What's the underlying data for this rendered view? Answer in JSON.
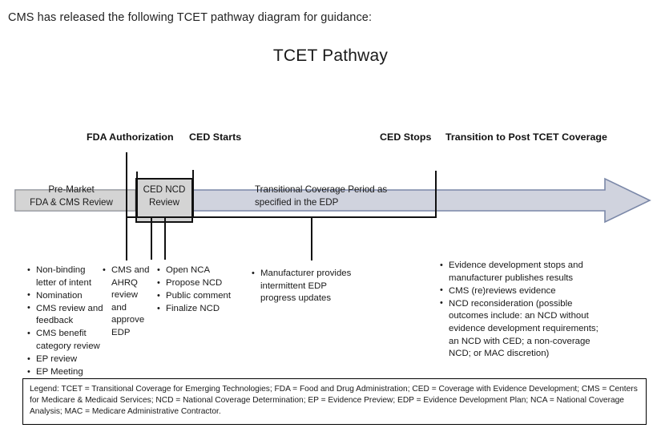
{
  "intro": "CMS has released the following TCET pathway diagram for guidance:",
  "diagram": {
    "title": "TCET Pathway",
    "milestones": [
      {
        "id": "fda-authorization",
        "label": "FDA Authorization"
      },
      {
        "id": "ced-starts",
        "label": "CED Starts"
      },
      {
        "id": "ced-stops",
        "label": "CED Stops"
      },
      {
        "id": "transition",
        "label": "Transition to Post TCET Coverage"
      }
    ],
    "phases": [
      {
        "id": "pre-market",
        "label": "Pre-Market\nFDA & CMS Review"
      },
      {
        "id": "ced-ncd-review",
        "label": "CED NCD\nReview"
      },
      {
        "id": "transitional",
        "label": "Transitional Coverage Period as\nspecified in the EDP"
      }
    ],
    "colors": {
      "arrow_fill": "#d4d4d4",
      "arrow_fill_light": "#d0d3de",
      "arrow_stroke": "#7b88a8",
      "line": "#111111"
    }
  },
  "bullet_columns": [
    {
      "id": "column-pre-market",
      "items": [
        "Non-binding letter of intent",
        "Nomination",
        "CMS review and feedback",
        "CMS benefit category review",
        "EP review",
        "EP Meeting"
      ]
    },
    {
      "id": "column-edp-approval",
      "items": [
        "CMS and AHRQ review and approve EDP"
      ]
    },
    {
      "id": "column-ncd-process",
      "items": [
        "Open NCA",
        "Propose NCD",
        "Public comment",
        "Finalize NCD"
      ]
    },
    {
      "id": "column-transitional-coverage",
      "items": [
        "Manufacturer provides intermittent EDP progress updates"
      ]
    },
    {
      "id": "column-post-tcet",
      "items": [
        "Evidence development stops and manufacturer publishes results",
        "CMS (re)reviews evidence",
        "NCD reconsideration (possible outcomes include: an NCD without evidence development requirements; an NCD with CED; a non-coverage NCD; or MAC discretion)"
      ]
    }
  ],
  "legend": {
    "text": "Legend:  TCET = Transitional Coverage for Emerging Technologies; FDA = Food and Drug Administration; CED = Coverage with Evidence Development; CMS = Centers for Medicare & Medicaid Services; NCD = National Coverage Determination; EP = Evidence Preview; EDP = Evidence Development Plan; NCA = National Coverage Analysis; MAC = Medicare Administrative Contractor."
  }
}
